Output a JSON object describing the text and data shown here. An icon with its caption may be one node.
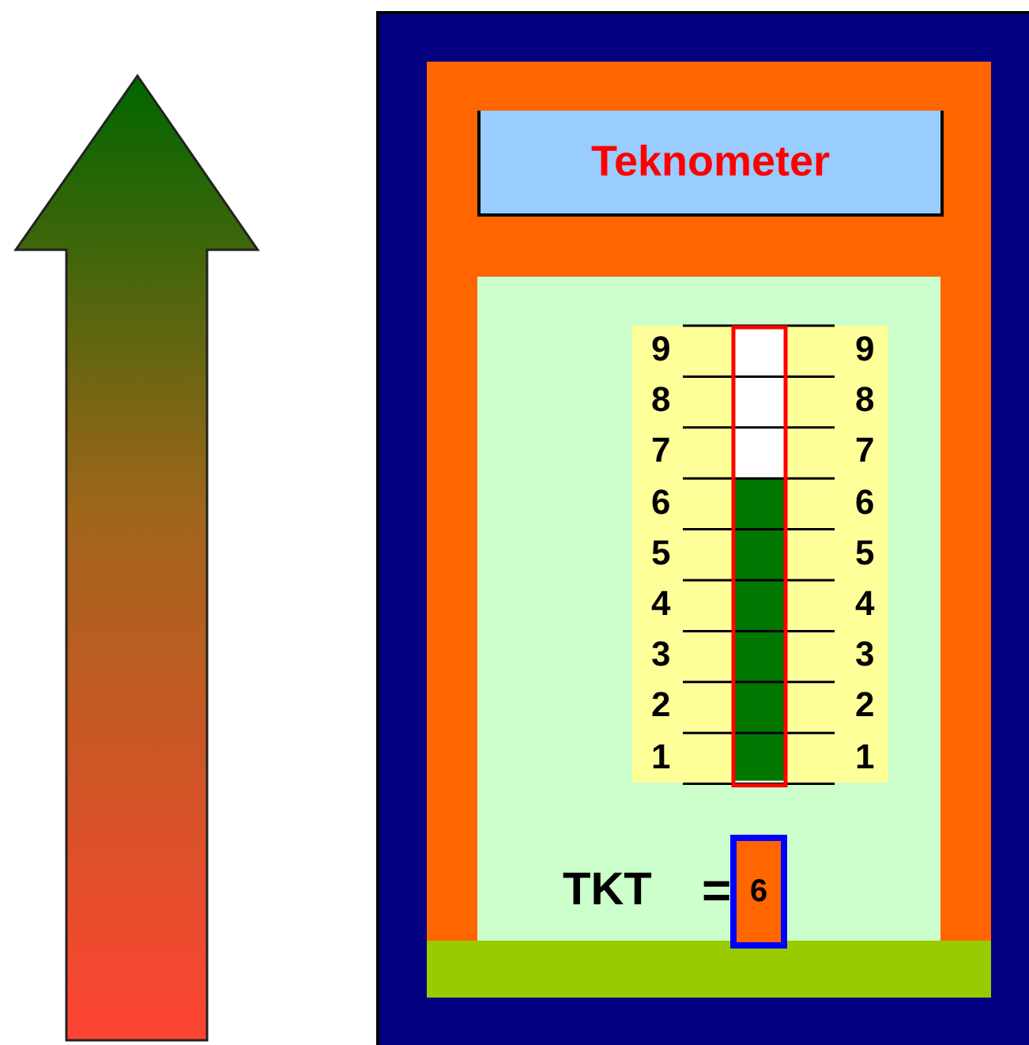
{
  "diagram": {
    "nodes": [
      {
        "text": [
          "Teknometer"
        ]
      },
      {
        "text": [
          "6"
        ]
      }
    ],
    "labels": [
      "9",
      "9",
      "8",
      "8",
      "7",
      "7",
      "6",
      "6",
      "5",
      "5",
      "4",
      "4",
      "3",
      "3",
      "2",
      "2",
      "1",
      "1",
      "TKT",
      "="
    ]
  }
}
